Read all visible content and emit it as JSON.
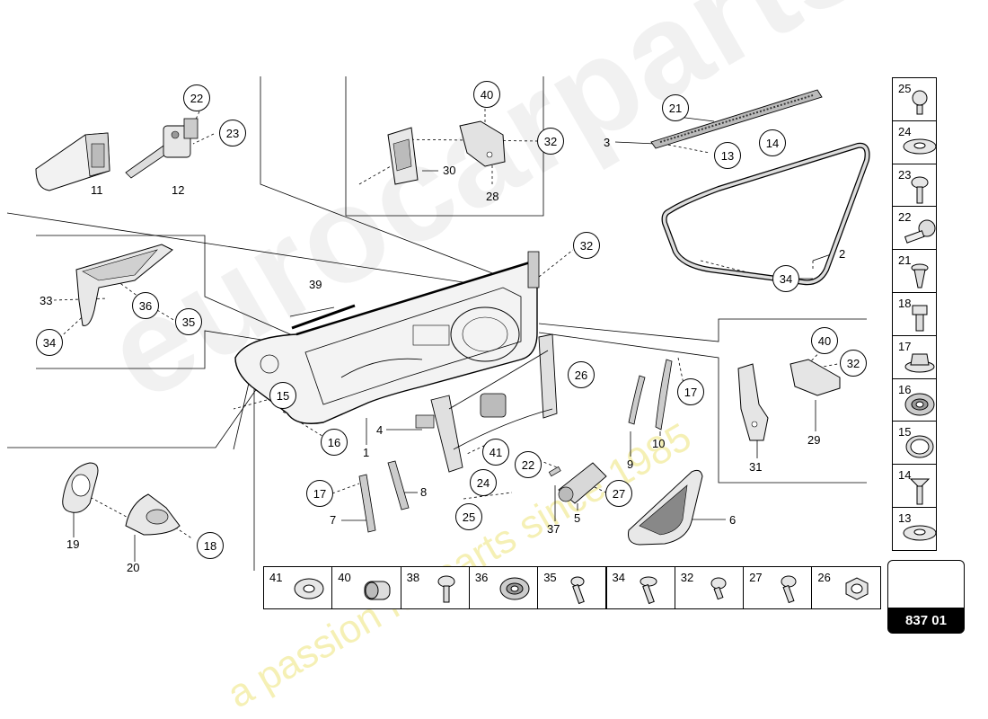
{
  "page_number": "837 01",
  "watermark": {
    "brand": "eurocarparts",
    "tagline": "a passion for parts since 1985"
  },
  "callouts": {
    "c40a": "40",
    "c32a": "32",
    "c28": "28",
    "c30": "30",
    "c22a": "22",
    "c23a": "23",
    "c11": "11",
    "c12": "12",
    "c21": "21",
    "c3": "3",
    "c13": "13",
    "c14": "14",
    "c2": "2",
    "c34a": "34",
    "c32b": "32",
    "c39": "39",
    "c33": "33",
    "c36": "36",
    "c35": "35",
    "c34b": "34",
    "c15": "15",
    "c16": "16",
    "c1": "1",
    "c4": "4",
    "c26": "26",
    "c17a": "17",
    "c9": "9",
    "c10": "10",
    "c40b": "40",
    "c32c": "32",
    "c29": "29",
    "c31": "31",
    "c41": "41",
    "c22b": "22",
    "c24": "24",
    "c25": "25",
    "c17b": "17",
    "c7": "7",
    "c8": "8",
    "c37": "37",
    "c5": "5",
    "c27": "27",
    "c6": "6",
    "c19": "19",
    "c20": "20",
    "c18": "18"
  },
  "legend_right": [
    {
      "num": "25",
      "icon": "torx-bolt-short-icon"
    },
    {
      "num": "24",
      "icon": "flat-washer-icon"
    },
    {
      "num": "23",
      "icon": "torx-bolt-icon"
    },
    {
      "num": "22",
      "icon": "stud-bolt-icon"
    },
    {
      "num": "21",
      "icon": "expansion-clip-icon"
    },
    {
      "num": "18",
      "icon": "hex-socket-bolt-icon"
    },
    {
      "num": "17",
      "icon": "flange-nut-icon"
    },
    {
      "num": "16",
      "icon": "grommet-icon"
    },
    {
      "num": "15",
      "icon": "seal-ring-icon"
    },
    {
      "num": "14",
      "icon": "countersunk-screw-icon"
    },
    {
      "num": "13",
      "icon": "washer-icon"
    }
  ],
  "legend_bottom": [
    {
      "num": "41",
      "icon": "spacer-sleeve-icon"
    },
    {
      "num": "40",
      "icon": "bushing-icon"
    },
    {
      "num": "38",
      "icon": "torx-bolt-icon"
    },
    {
      "num": "36",
      "icon": "grommet-icon"
    },
    {
      "num": "35",
      "icon": "bolt-icon"
    },
    {
      "num": "34",
      "icon": "collar-bolt-icon"
    },
    {
      "num": "32",
      "icon": "short-bolt-icon"
    },
    {
      "num": "27",
      "icon": "pan-screw-icon"
    },
    {
      "num": "26",
      "icon": "hex-nut-icon"
    }
  ]
}
